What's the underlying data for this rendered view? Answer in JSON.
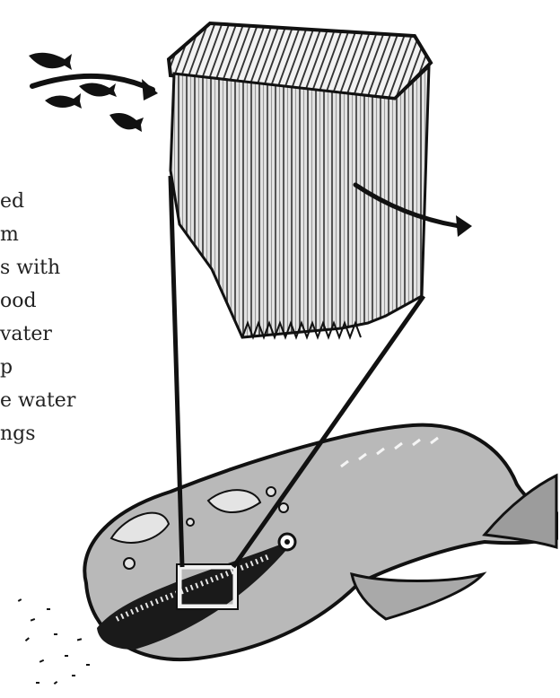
{
  "caption": {
    "lines": [
      "ed",
      "m",
      "s with",
      "ood",
      "vater",
      "p",
      "e water",
      "ngs"
    ]
  },
  "illustration": {
    "subject": "gray-whale-baleen-filter-feeding",
    "colors": {
      "ink": "#111111",
      "whale": "#b9b9b9",
      "baleen": "#d8d8d8",
      "mouth": "#1a1a1a",
      "paper": "#ffffff"
    }
  }
}
